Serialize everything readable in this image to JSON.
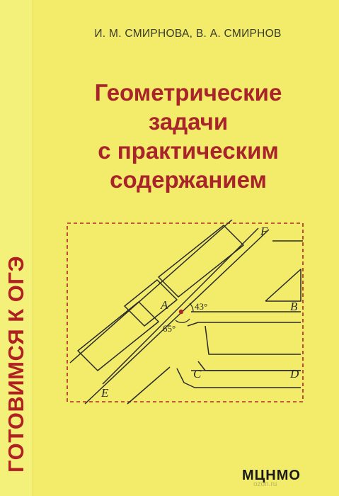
{
  "cover": {
    "authors": "И. М. СМИРНОВА, В. А. СМИРНОВ",
    "title_lines": [
      "Геометрические",
      "задачи",
      "с практическим",
      "содержанием"
    ],
    "series": "ГОТОВИМСЯ К ОГЭ",
    "publisher": "МЦНМО",
    "watermark": "ozon.ru"
  },
  "figure": {
    "points": {
      "a": "A",
      "b": "B",
      "c": "C",
      "d": "D",
      "e": "E",
      "f": "F"
    },
    "angles": {
      "upper": "43°",
      "lower": "65°"
    }
  },
  "colors": {
    "background": "#f3ee73",
    "title": "#a8242a",
    "dashed_frame": "#b0262a",
    "figure_lines": "#2a2a2a"
  }
}
